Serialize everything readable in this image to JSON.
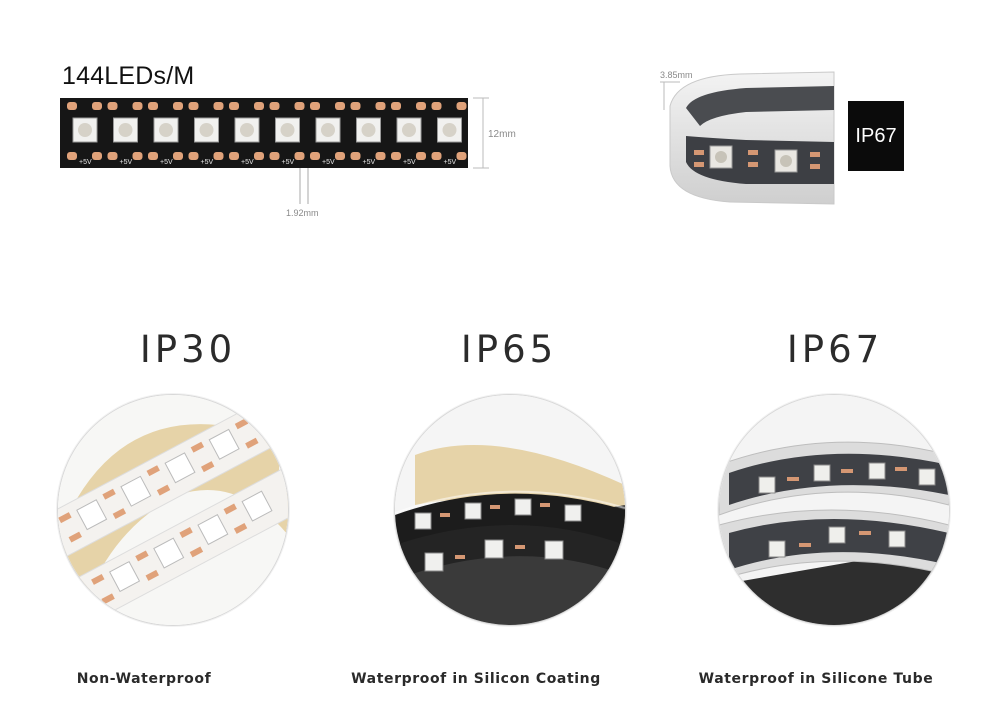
{
  "spec": {
    "density": "144LEDs/M",
    "width_label": "12mm",
    "pitch_label": "1.92mm",
    "tube_thickness_label": "3.85mm",
    "pad_label": "+5V",
    "tube_rating_badge": "IP67"
  },
  "ratings": [
    {
      "title": "IP30",
      "caption": "Non-Waterproof"
    },
    {
      "title": "IP65",
      "caption": "Waterproof in Silicon Coating"
    },
    {
      "title": "IP67",
      "caption": "Waterproof in Silicone Tube"
    }
  ],
  "colors": {
    "pcb_black": "#161616",
    "pcb_white": "#f4f2ef",
    "copper_pad": "#e0a27a",
    "led_body": "#f1f1ef",
    "silicone": "#dcdcdc",
    "adhesive": "#e6d3a8"
  }
}
